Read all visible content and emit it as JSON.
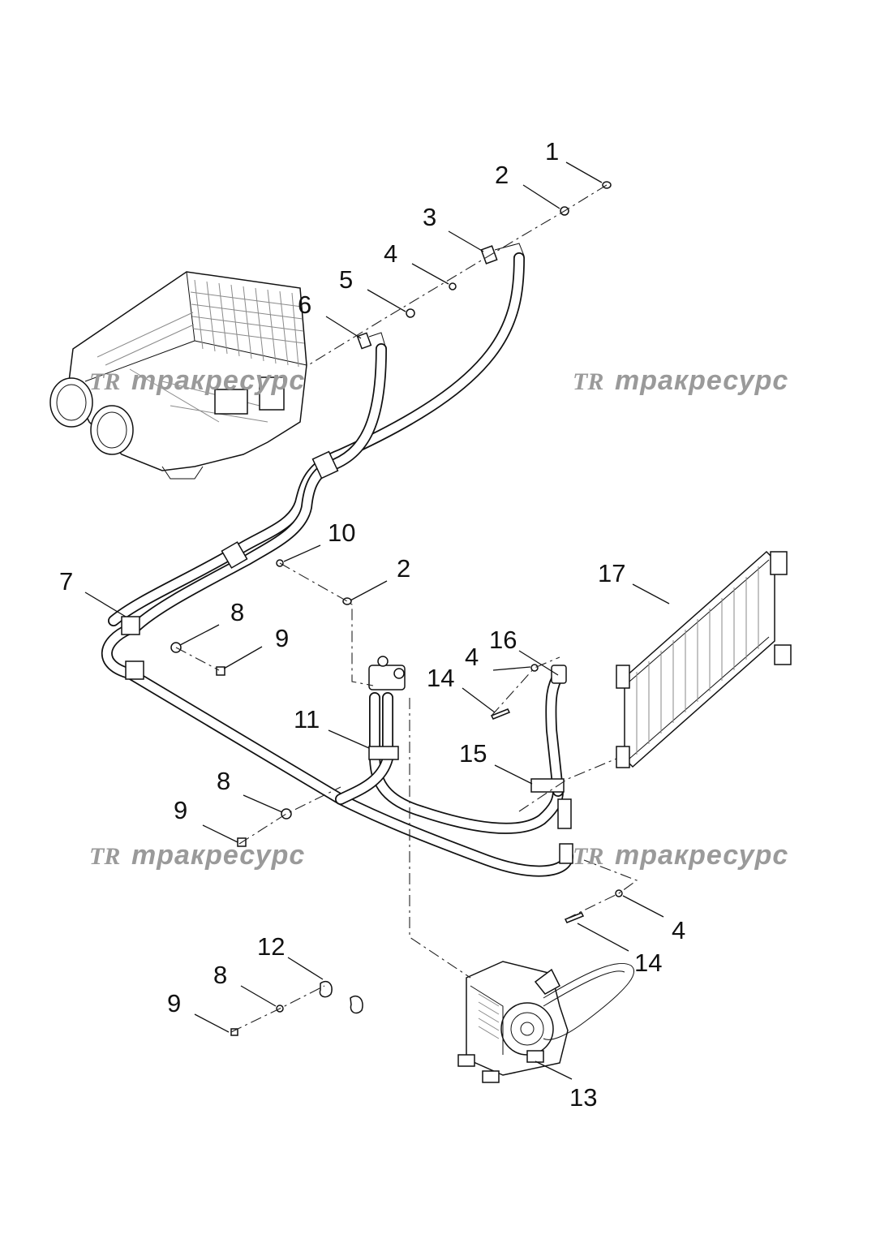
{
  "watermark": {
    "mark": "TR",
    "text": "тракресурс"
  },
  "callouts": [
    "1",
    "2",
    "3",
    "4",
    "5",
    "6",
    "7",
    "8",
    "9",
    "10",
    "2",
    "16",
    "4",
    "14",
    "17",
    "11",
    "15",
    "8",
    "9",
    "4",
    "14",
    "12",
    "8",
    "9",
    "13"
  ],
  "colors": {
    "line": "#111111",
    "watermark": "#9a9a9a",
    "background": "#ffffff"
  }
}
